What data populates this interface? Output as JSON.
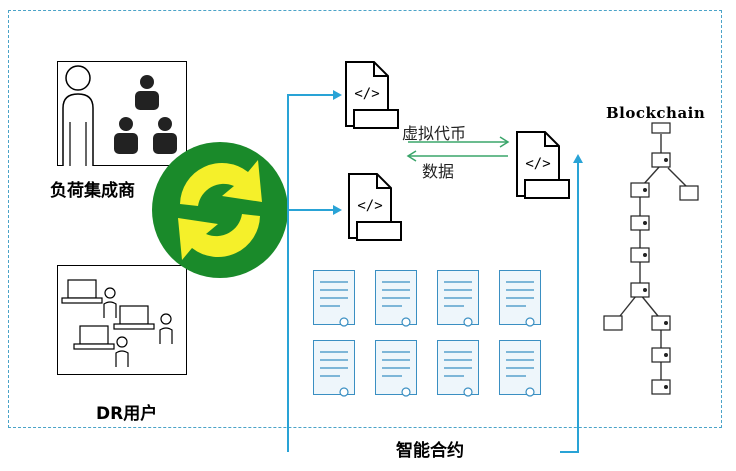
{
  "labels": {
    "load_aggregator": "负荷集成商",
    "dr_users": "DR用户",
    "blockchain": "Blockchain",
    "virtual_currency": "虚拟代币",
    "data": "数据",
    "smart_contract": "智能合约"
  },
  "icons": {
    "recycle": "recycle-arrows-icon",
    "code_doc": "code-document-icon",
    "contract": "contract-document-icon",
    "block": "blockchain-block-icon"
  },
  "colors": {
    "frame_border": "#4aa3c8",
    "flow_arrow": "#29a3d6",
    "exchange_arrow": "#3aa56a",
    "recycle_green": "#1a8a2a",
    "recycle_yellow": "#f5f02a",
    "contract_border": "#3a8fc2"
  }
}
